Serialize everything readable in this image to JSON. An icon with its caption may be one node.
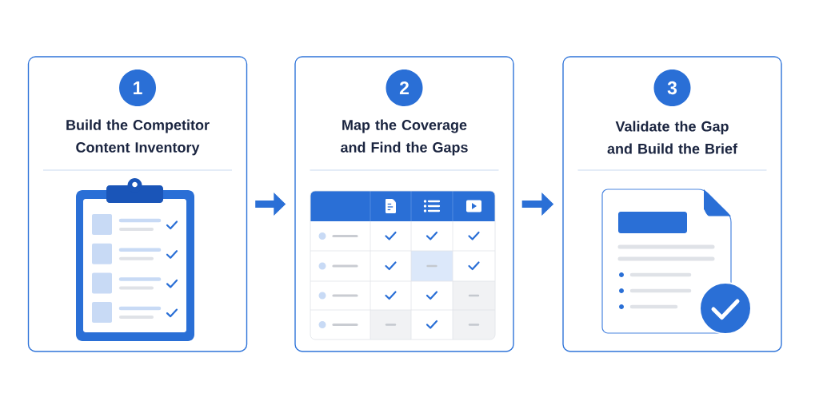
{
  "diagram": {
    "nodes": [
      {
        "text": [
          "1",
          "Build the Competitor Content Inventory"
        ]
      },
      {
        "text": [
          "2",
          "Map the Coverage and Find the Gaps"
        ]
      },
      {
        "text": [
          "3",
          "Validate the Gap and Build the Brief"
        ]
      }
    ],
    "edges": [
      {
        "from": 0,
        "to": 1,
        "arrow": "to"
      },
      {
        "from": 1,
        "to": 2,
        "arrow": "to"
      }
    ]
  }
}
